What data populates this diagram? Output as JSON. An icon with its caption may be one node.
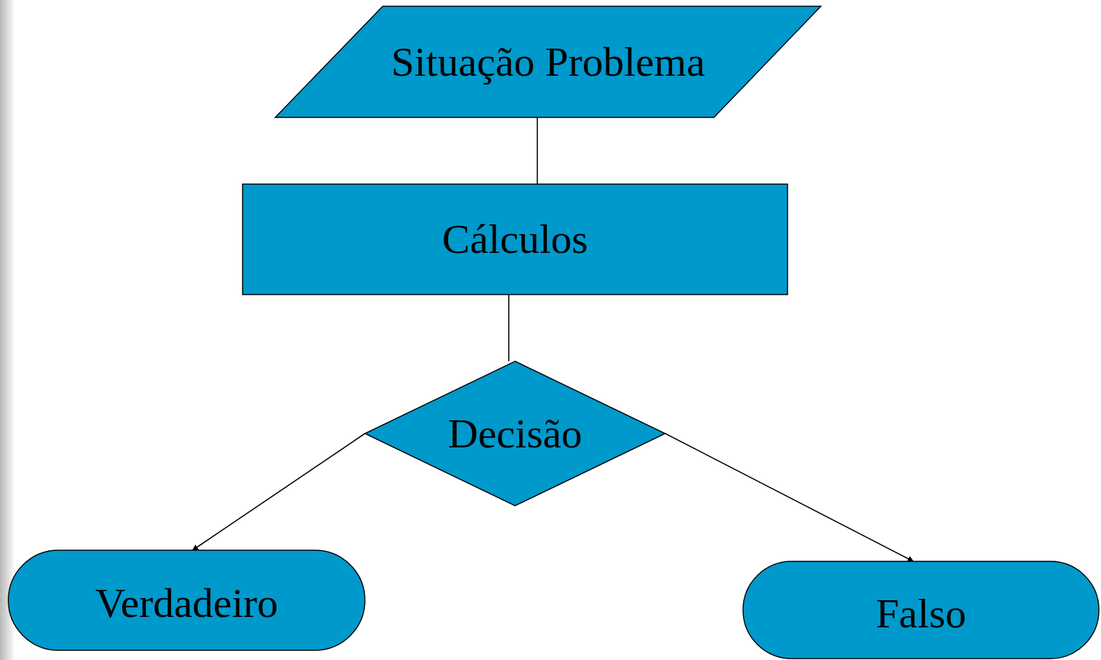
{
  "diagram": {
    "nodes": [
      {
        "text": [
          "Situação Problema"
        ]
      },
      {
        "text": [
          "Cálculos"
        ]
      },
      {
        "text": [
          "Decisão"
        ]
      },
      {
        "text": [
          "Verdadeiro"
        ]
      },
      {
        "text": [
          "Falso"
        ]
      }
    ],
    "edges": [
      {
        "from": 0,
        "to": 1,
        "arrow": "none"
      },
      {
        "from": 1,
        "to": 2,
        "arrow": "none"
      },
      {
        "from": 2,
        "to": 3,
        "arrow": "to"
      },
      {
        "from": 2,
        "to": 4,
        "arrow": "to"
      }
    ]
  }
}
